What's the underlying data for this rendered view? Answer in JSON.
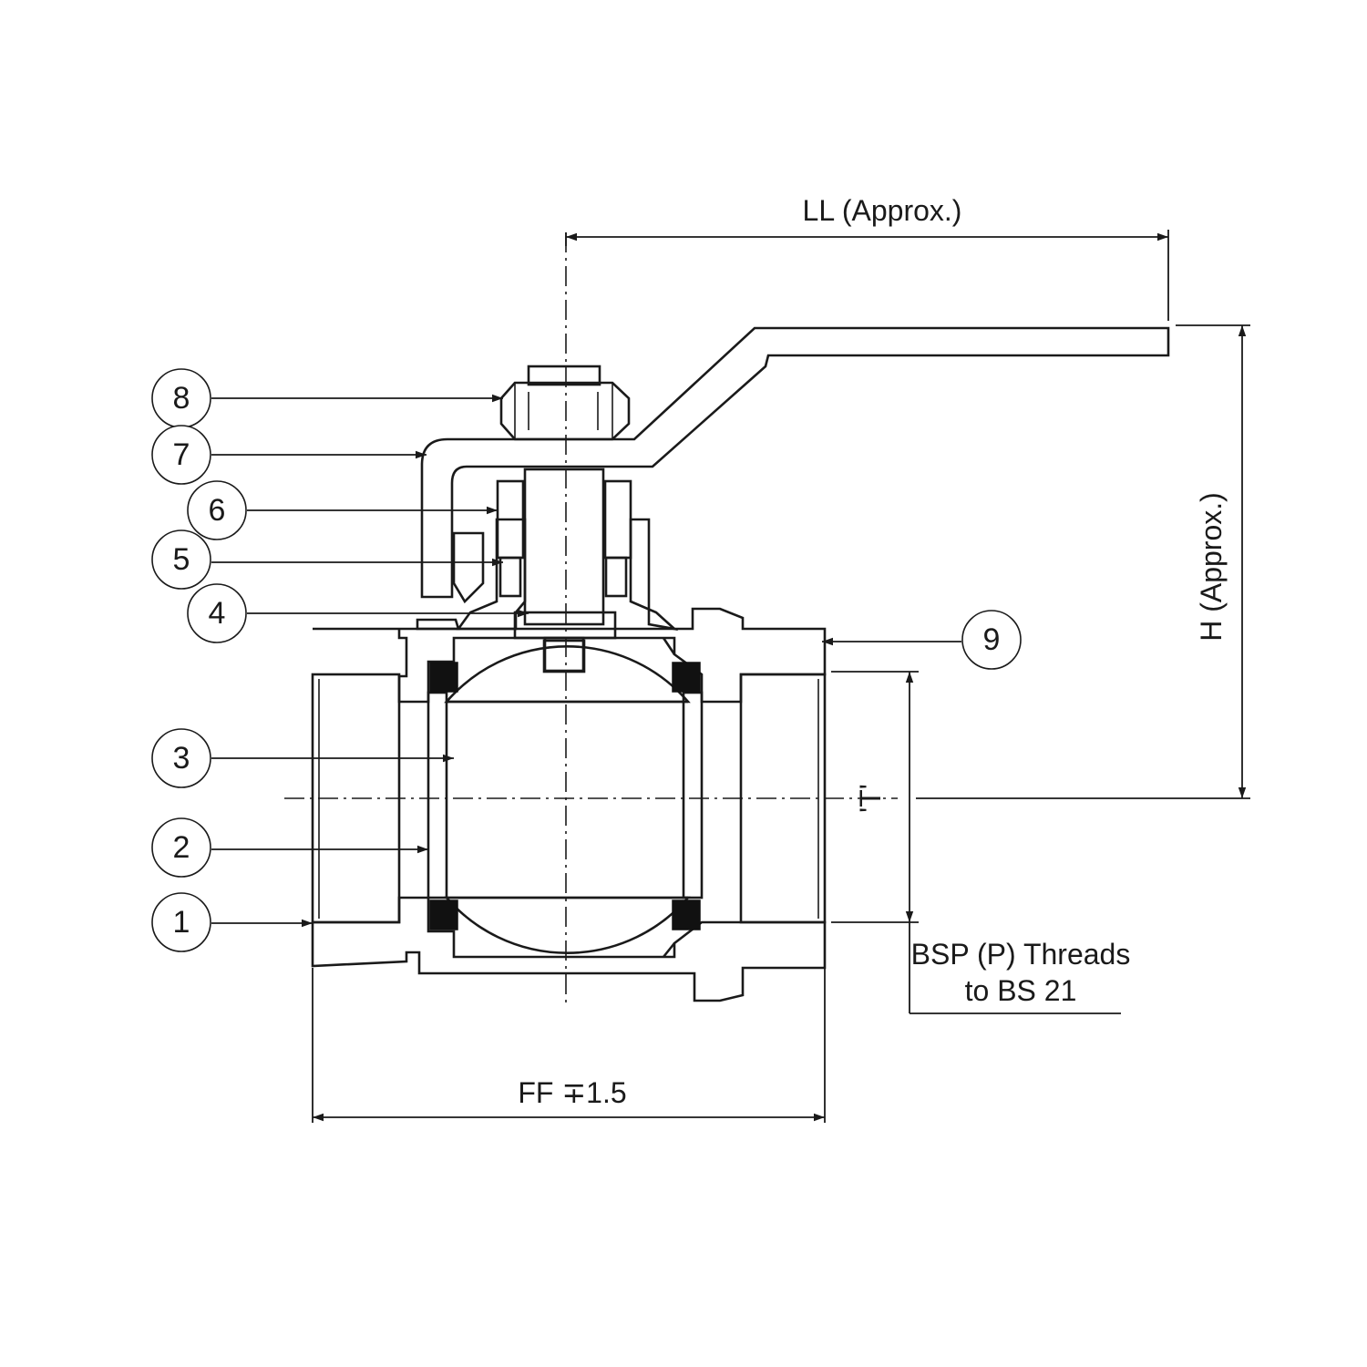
{
  "dimensions": {
    "lever_length": "LL (Approx.)",
    "height": "H (Approx.)",
    "thread_size": "'T'",
    "face_to_face": "FF ∓1.5",
    "thread_note_line1": "BSP (P) Threads",
    "thread_note_line2": "to BS 21"
  },
  "callouts": [
    {
      "number": "1"
    },
    {
      "number": "2"
    },
    {
      "number": "3"
    },
    {
      "number": "4"
    },
    {
      "number": "5"
    },
    {
      "number": "6"
    },
    {
      "number": "7"
    },
    {
      "number": "8"
    },
    {
      "number": "9"
    }
  ]
}
